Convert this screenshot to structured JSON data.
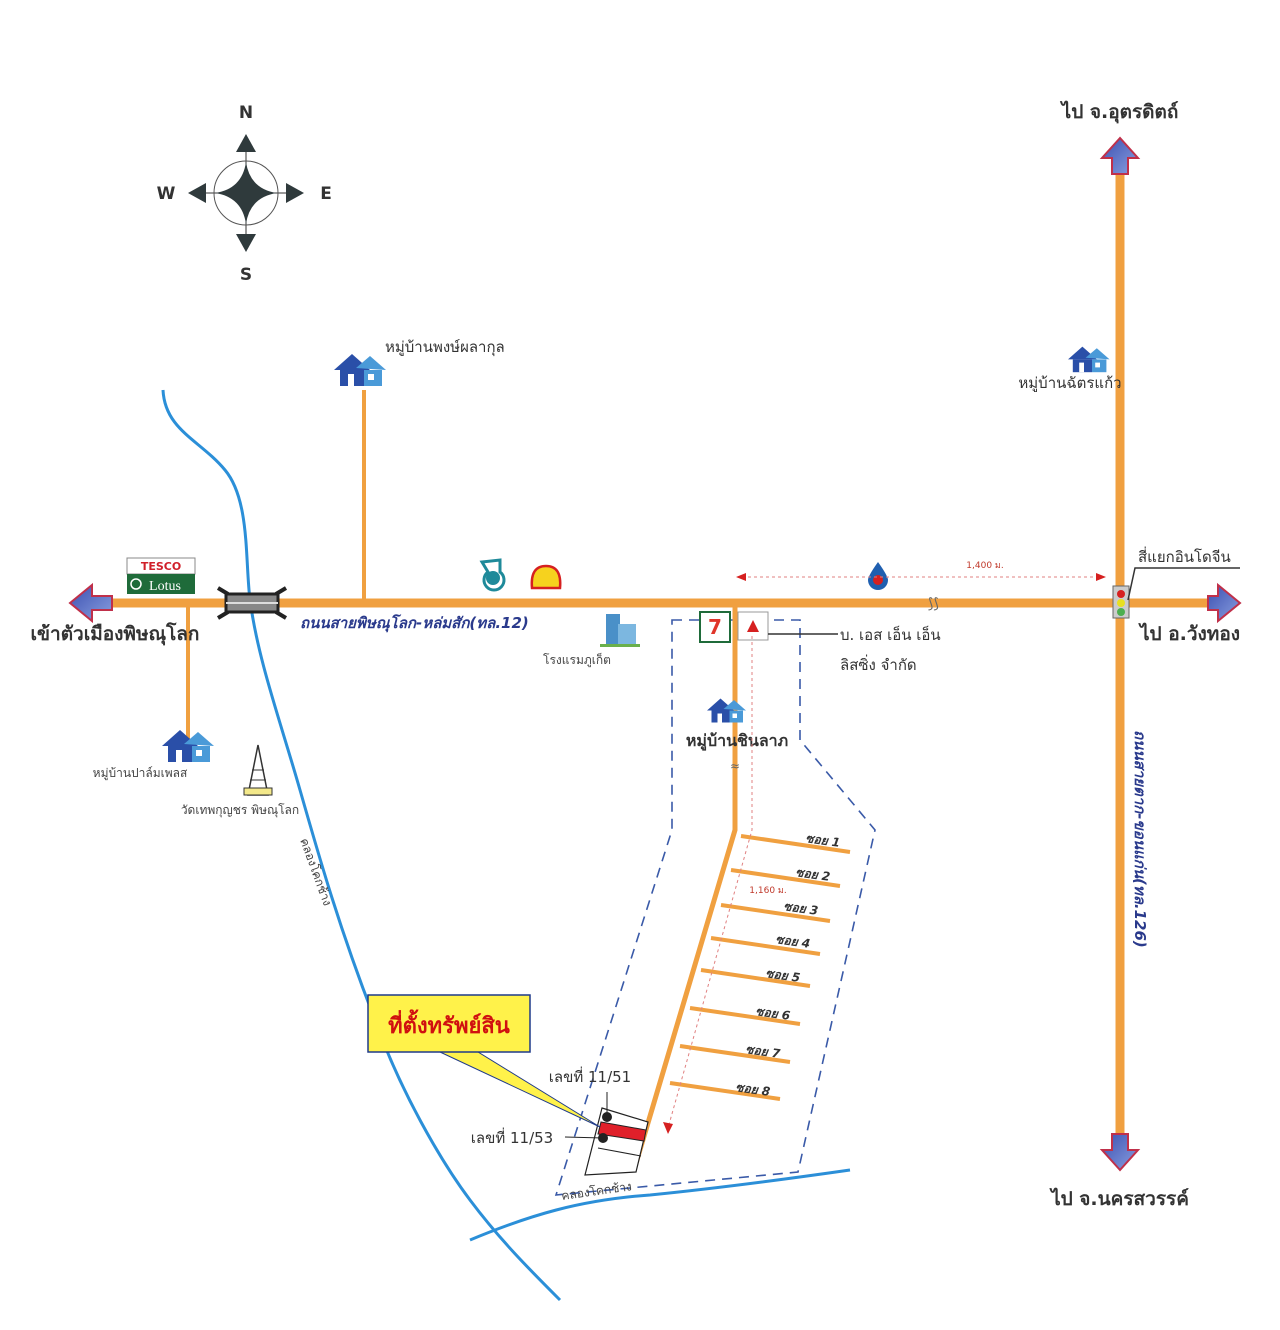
{
  "compass": {
    "north": "N",
    "south": "S",
    "east": "E",
    "west": "W"
  },
  "directions": {
    "north": "ไป จ.อุตรดิตถ์",
    "south": "ไป จ.นครสวรรค์",
    "east": "ไป อ.วังทอง",
    "west": "เข้าตัวเมืองพิษณุโลก"
  },
  "roads": {
    "main": "ถนนสายพิษณุโลก-หล่มสัก(ทล.12)",
    "vertical": "ถนนสายตาก-ขอนแก่น(ทล.126)"
  },
  "villages": [
    {
      "name": "หมู่บ้านพงษ์ผลากุล"
    },
    {
      "name": "หมู่บ้านฉัตรแก้ว"
    },
    {
      "name": "หมู่บ้านปาล์มเพลส"
    },
    {
      "name": "หมู่บ้านชินลาภ"
    }
  ],
  "landmarks": {
    "tesco_top": "TESCO",
    "tesco_bottom": "Lotus",
    "temple": "วัดเทพกุญชร พิษณุโลก",
    "hotel": "โรงแรมภูเก็ต",
    "intersection": "สี่แยกอินโดจีน",
    "company_line1": "บ. เอส เอ็น เอ็น",
    "company_line2": "ลิสซิ่ง จำกัด",
    "canal_west": "คลองโคกช้าง",
    "canal_south": "คลองโคกช้าง"
  },
  "distances": {
    "east_segment": "1,400 ม.",
    "soi_segment": "1,160 ม."
  },
  "sois": [
    "ซอย 1",
    "ซอย 2",
    "ซอย 3",
    "ซอย 4",
    "ซอย 5",
    "ซอย 6",
    "ซอย 7",
    "ซอย 8"
  ],
  "property": {
    "callout": "ที่ตั้งทรัพย์สิน",
    "plot_a": "เลขที่ 11/51",
    "plot_b": "เลขที่ 11/53"
  },
  "colors": {
    "road": "#f0a040",
    "river": "#2b8fd8",
    "boundary": "#3a5aa8",
    "callout_bg": "#fff24a",
    "property": "#e0202a"
  }
}
